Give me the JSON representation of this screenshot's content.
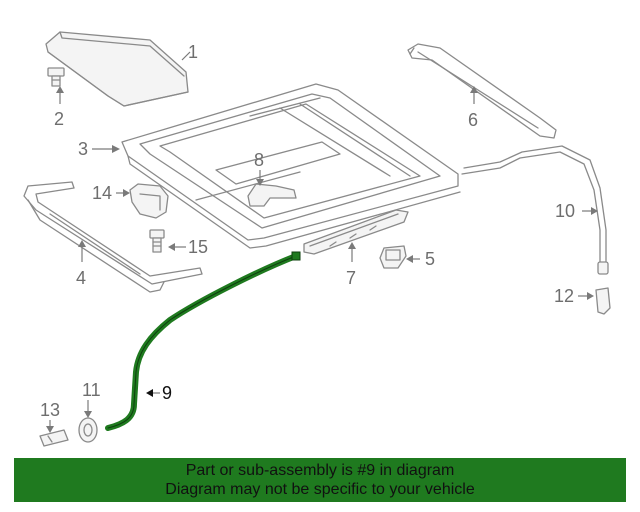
{
  "diagram": {
    "highlight_part": "9",
    "highlight_color": "#1f7a1f",
    "line_color": "#8a8a8a",
    "callouts": [
      "1",
      "2",
      "3",
      "4",
      "5",
      "6",
      "7",
      "8",
      "9",
      "10",
      "11",
      "12",
      "13",
      "14",
      "15"
    ]
  },
  "banner": {
    "line1": "Part or sub-assembly is #9 in diagram",
    "line2": "Diagram may not be specific to your vehicle",
    "background": "#1f7a1f"
  }
}
